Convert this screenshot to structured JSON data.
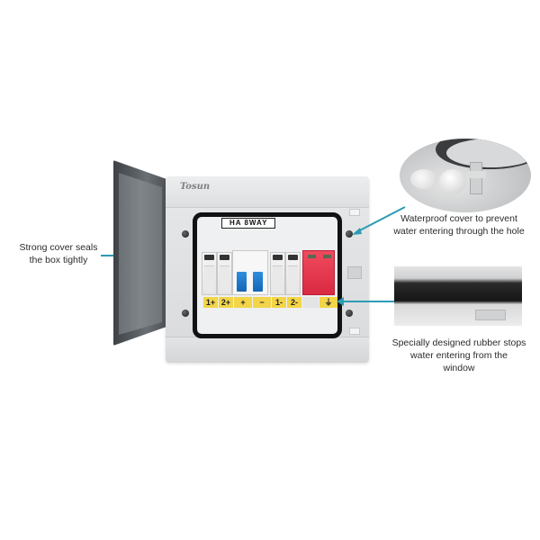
{
  "product": {
    "brand_logo": "Tosun",
    "model_label": "HA 8WAY"
  },
  "terminals": [
    {
      "label": "1+",
      "color": "#f2d548"
    },
    {
      "label": "2+",
      "color": "#f2d548"
    },
    {
      "label": "+",
      "color": "#f2d548"
    },
    {
      "label": "−",
      "color": "#f2d548"
    },
    {
      "label": "1-",
      "color": "#f2d548"
    },
    {
      "label": "2-",
      "color": "#f2d548"
    },
    {
      "label": "",
      "color": "#e4e4e4"
    },
    {
      "label": "⏚",
      "color": "#f2d548"
    }
  ],
  "callouts": {
    "cover": {
      "text_line1": "Strong cover seals",
      "text_line2": "the box tightly"
    },
    "waterproof": {
      "text_line1": "Waterproof cover to prevent",
      "text_line2": "water entering through the hole"
    },
    "rubber": {
      "text_line1": "Specially designed rubber stops",
      "text_line2": "water entering from the",
      "text_line3": "window"
    }
  },
  "colors": {
    "arrow": "#2d9bb3",
    "spd_red": "#e63a50",
    "isolator_blue": "#1f7fd0",
    "terminal_yellow": "#f2d548",
    "background": "#ffffff"
  }
}
